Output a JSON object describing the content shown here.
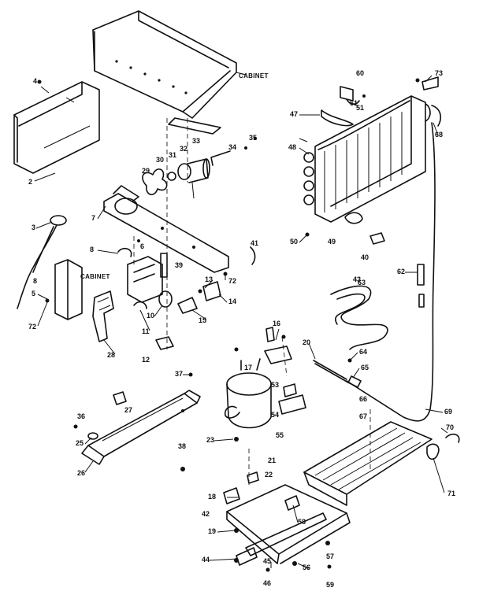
{
  "diagram": {
    "callouts": {
      "c2": "2",
      "c3": "3",
      "c4": "4",
      "c5": "5",
      "c6": "6",
      "c7": "7",
      "c8": "8",
      "c10": "10",
      "c11": "11",
      "c12": "12",
      "c13": "13",
      "c14": "14",
      "c15": "15",
      "c16": "16",
      "c17": "17",
      "c18": "18",
      "c19": "19",
      "c20": "20",
      "c21": "21",
      "c22": "22",
      "c23": "23",
      "c25": "25",
      "c26": "26",
      "c27": "27",
      "c28": "28",
      "c29": "29",
      "c30": "30",
      "c31": "31",
      "c32": "32",
      "c33": "33",
      "c34": "34",
      "c35": "35",
      "c36": "36",
      "c37": "37",
      "c38": "38",
      "c39": "39",
      "c40": "40",
      "c41": "41",
      "c42": "42",
      "c43": "43",
      "c44": "44",
      "c45": "45",
      "c46": "46",
      "c47": "47",
      "c48": "48",
      "c49": "49",
      "c50": "50",
      "c51": "51",
      "c53": "53",
      "c54": "54",
      "c55": "55",
      "c56": "56",
      "c57": "57",
      "c58": "58",
      "c59": "59",
      "c60": "60",
      "c61": "61",
      "c62": "62",
      "c63": "63",
      "c64": "64",
      "c65": "65",
      "c66": "66",
      "c67": "67",
      "c68": "68",
      "c69": "69",
      "c70": "70",
      "c71": "71",
      "c72a": "72",
      "c72b": "72",
      "c73": "73",
      "c8b": "8"
    },
    "cabinet_label_top": "CABINET",
    "cabinet_label_left": "CABINET"
  }
}
